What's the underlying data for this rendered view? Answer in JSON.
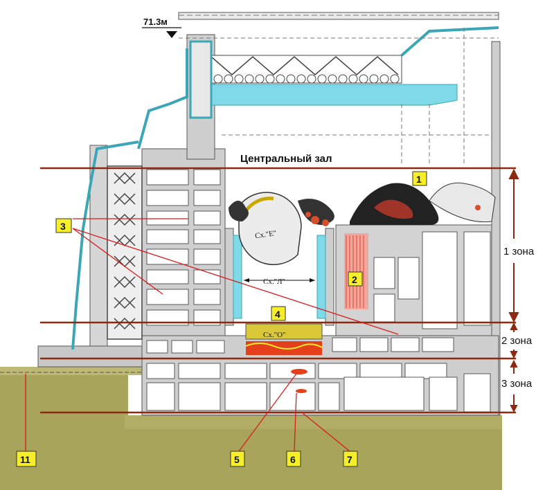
{
  "diagram": {
    "elevation_mark": "71.3м",
    "hall_title": "Центральный зал",
    "zones": [
      {
        "label": "1 зона"
      },
      {
        "label": "2 зона"
      },
      {
        "label": "3 зона"
      }
    ],
    "scheme_labels": {
      "e": "Сх.\"Е\"",
      "l": "Сх.\"Л\"",
      "o": "Сх.\"О\""
    },
    "badges": [
      "1",
      "2",
      "3",
      "4",
      "5",
      "6",
      "7",
      "11"
    ],
    "colors": {
      "zone_line": "#8b2a10",
      "badge_fill": "#f7ee2a",
      "pointer": "#d81b1b",
      "roof_cyan": "#7fd9e6",
      "ground": "#a8a35a",
      "lava": "#e4401c",
      "rubble": "#222222"
    }
  }
}
